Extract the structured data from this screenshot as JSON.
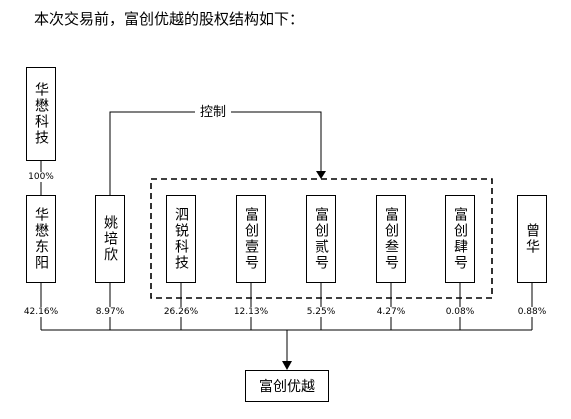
{
  "intro_text": "本次交易前，富创优越的股权结构如下：",
  "parent": {
    "name": "华懋科技"
  },
  "parent_stake": "100%",
  "control_label": "控制",
  "shareholders": [
    {
      "name": "华懋东阳",
      "stake": "42.16%"
    },
    {
      "name": "姚培欣",
      "stake": "8.97%"
    },
    {
      "name": "泗锐科技",
      "stake": "26.26%"
    },
    {
      "name": "富创壹号",
      "stake": "12.13%"
    },
    {
      "name": "富创贰号",
      "stake": "5.25%"
    },
    {
      "name": "富创叁号",
      "stake": "4.27%"
    },
    {
      "name": "富创肆号",
      "stake": "0.08%"
    },
    {
      "name": "曾华",
      "stake": "0.88%"
    }
  ],
  "target": {
    "name": "富创优越"
  }
}
